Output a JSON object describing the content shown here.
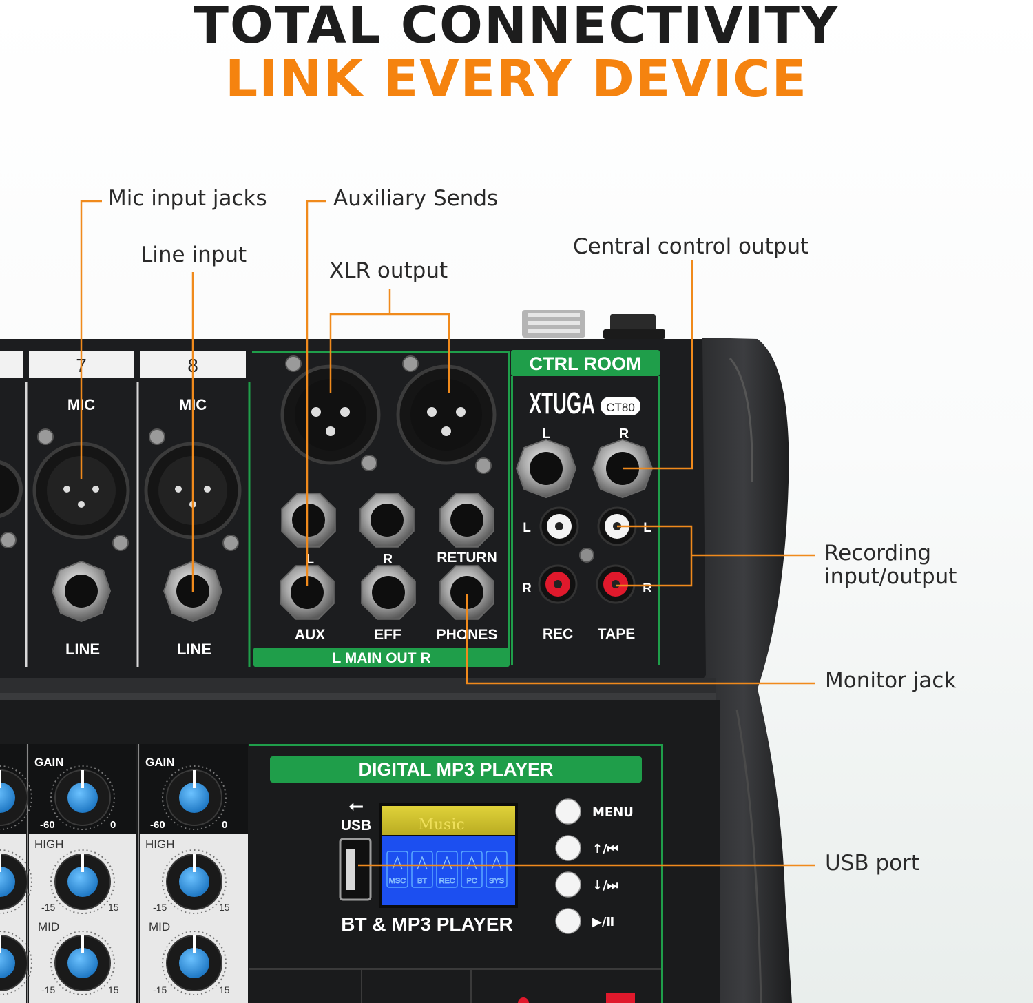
{
  "header": {
    "title": "TOTAL CONNECTIVITY",
    "subtitle": "LINK EVERY DEVICE"
  },
  "colors": {
    "accent": "#f5830f",
    "title": "#1d1d1d",
    "panel": "#1b1c1d",
    "panel_green": "#1f9e4a",
    "knob_blue": "#2b8fd8",
    "lcd_yellow": "#d9c934",
    "lcd_blue": "#1c4ff0"
  },
  "callouts": {
    "mic_input": "Mic input jacks",
    "aux_sends": "Auxiliary Sends",
    "line_input": "Line input",
    "xlr_output": "XLR output",
    "ctrl_output": "Central control output",
    "recording_line1": "Recording",
    "recording_line2": "input/output",
    "monitor_jack": "Monitor jack",
    "usb_port": "USB port"
  },
  "mixer": {
    "channels": [
      {
        "number": "7",
        "mic": "MIC",
        "line": "LINE",
        "gain": "GAIN",
        "gain_min": "-60",
        "gain_max": "0",
        "high": "HIGH",
        "mid": "MID",
        "eq_min": "-15",
        "eq_max": "15"
      },
      {
        "number": "8",
        "mic": "MIC",
        "line": "LINE",
        "gain": "GAIN",
        "gain_min": "-60",
        "gain_max": "0",
        "high": "HIGH",
        "mid": "MID",
        "eq_min": "-15",
        "eq_max": "15"
      }
    ],
    "jack_labels": {
      "l": "L",
      "r": "R",
      "return": "RETURN",
      "aux": "AUX",
      "eff": "EFF",
      "phones": "PHONES"
    },
    "main_out": "L MAIN OUT R",
    "ctrl_room": "CTRL ROOM",
    "brand": "XTUGA",
    "model": "CT80",
    "rec": "REC",
    "tape": "TAPE",
    "side_l": "L",
    "side_r": "R",
    "mp3": {
      "header": "DIGITAL MP3 PLAYER",
      "usb": "USB",
      "lcd_text": "Music",
      "lcd_icons": [
        "MSC",
        "BT",
        "REC",
        "PC",
        "SYS"
      ],
      "footer": "BT & MP3 PLAYER",
      "buttons": [
        "MENU",
        "↑/⏮",
        "↓/⏭",
        "▶/Ⅱ"
      ]
    }
  }
}
